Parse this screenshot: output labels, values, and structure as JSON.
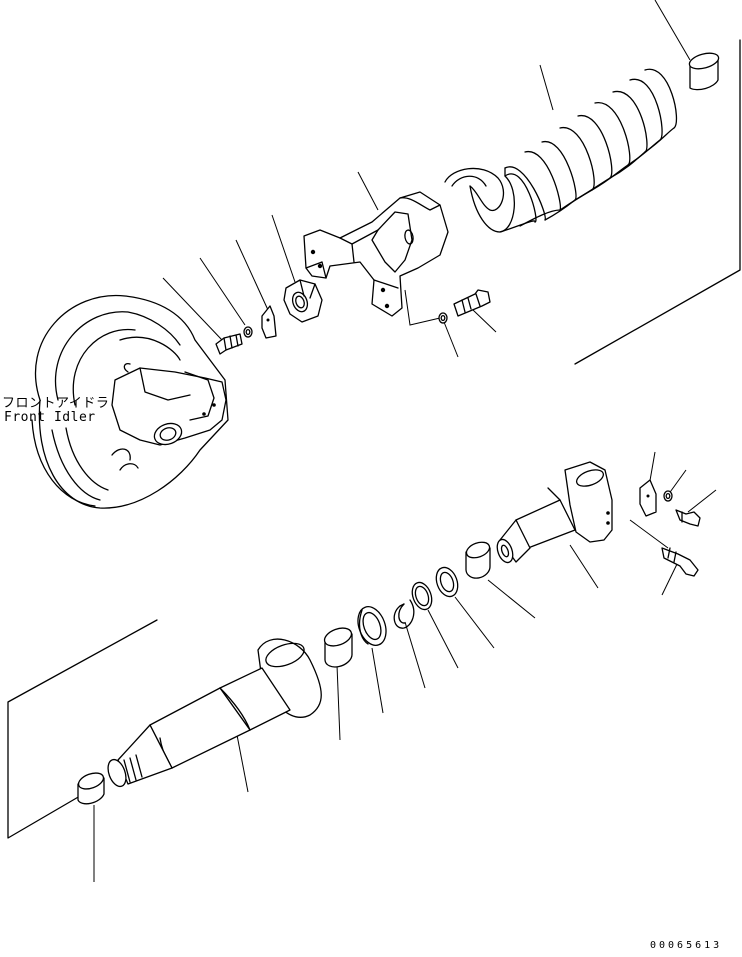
{
  "labels": {
    "idler_jp": "フロントアイドラ",
    "idler_en": "Front Idler",
    "drawing_code": "00065613"
  },
  "stroke_color": "#000000",
  "background_color": "#ffffff"
}
